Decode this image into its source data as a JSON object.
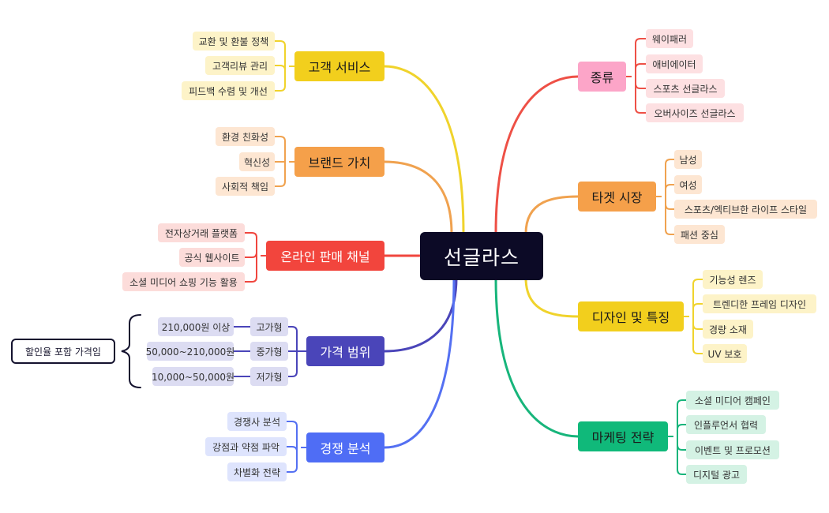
{
  "center": {
    "label": "선글라스"
  },
  "branches": {
    "customer_service": {
      "label": "고객 서비스",
      "items": [
        "교환 및 환불 정책",
        "고객리뷰 관리",
        "피드백 수렴 및 개선"
      ]
    },
    "brand_value": {
      "label": "브랜드 가치",
      "items": [
        "환경 친화성",
        "혁신성",
        "사회적 책임"
      ]
    },
    "online_sales": {
      "label": "온라인 판매 채널",
      "items": [
        "전자상거래 플랫폼",
        "공식 웹사이트",
        "소셜 미디어 쇼핑 기능 활용"
      ]
    },
    "price_range": {
      "label": "가격 범위",
      "tiers": [
        {
          "label": "고가형",
          "value": "210,000원 이상"
        },
        {
          "label": "중가형",
          "value": "50,000~210,000원"
        },
        {
          "label": "저가형",
          "value": "10,000~50,000원"
        }
      ],
      "summary": "할인율 포함 가격임"
    },
    "competition": {
      "label": "경쟁 분석",
      "items": [
        "경쟁사 분석",
        "강점과 약점 파악",
        "차별화 전략"
      ]
    },
    "types": {
      "label": "종류",
      "items": [
        "웨이패러",
        "애비에이터",
        "스포츠 선글라스",
        "오버사이즈 선글라스"
      ]
    },
    "target_market": {
      "label": "타겟 시장",
      "items": [
        "남성",
        "여성",
        "스포츠/엑티브한 라이프 스타일",
        "패션 중심"
      ]
    },
    "design": {
      "label": "디자인 및 특징",
      "items": [
        "기능성 렌즈",
        "트렌디한 프레임 디자인",
        "경량 소재",
        "UV 보호"
      ]
    },
    "marketing": {
      "label": "마케팅 전략",
      "items": [
        "소셜 미디어 캠페인",
        "인플루언서 협력",
        "이벤트 및 프로모션",
        "디지털 광고"
      ]
    }
  },
  "colors": {
    "customer_service": {
      "branch": "#f2cf1d",
      "leaf": "#fdf3c8",
      "line": "#f0d32c",
      "text": "#1a1a1a"
    },
    "brand_value": {
      "branch": "#f5a04a",
      "leaf": "#fde6d2",
      "line": "#f0a24f",
      "text": "#1a1a1a"
    },
    "online_sales": {
      "branch": "#f2453d",
      "leaf": "#fcdcda",
      "line": "#f0463e",
      "text": "#ffffff"
    },
    "price_range": {
      "branch": "#4a45b9",
      "leaf": "#dcdcf2",
      "line": "#4a45b9",
      "text": "#ffffff"
    },
    "competition": {
      "branch": "#4f6df5",
      "leaf": "#dee4fd",
      "line": "#5470f2",
      "text": "#ffffff"
    },
    "types": {
      "branch": "#fca5c8",
      "leaf": "#fde0e2",
      "line": "#ee5046",
      "text": "#1a1a1a"
    },
    "target_market": {
      "branch": "#f5a04a",
      "leaf": "#fde6d2",
      "line": "#f0a24f",
      "text": "#1a1a1a"
    },
    "design": {
      "branch": "#f2cf1d",
      "leaf": "#fdf3c8",
      "line": "#f0d32c",
      "text": "#1a1a1a"
    },
    "marketing": {
      "branch": "#10b97a",
      "leaf": "#d4f2e4",
      "line": "#17b57b",
      "text": "#1a1a1a"
    }
  }
}
